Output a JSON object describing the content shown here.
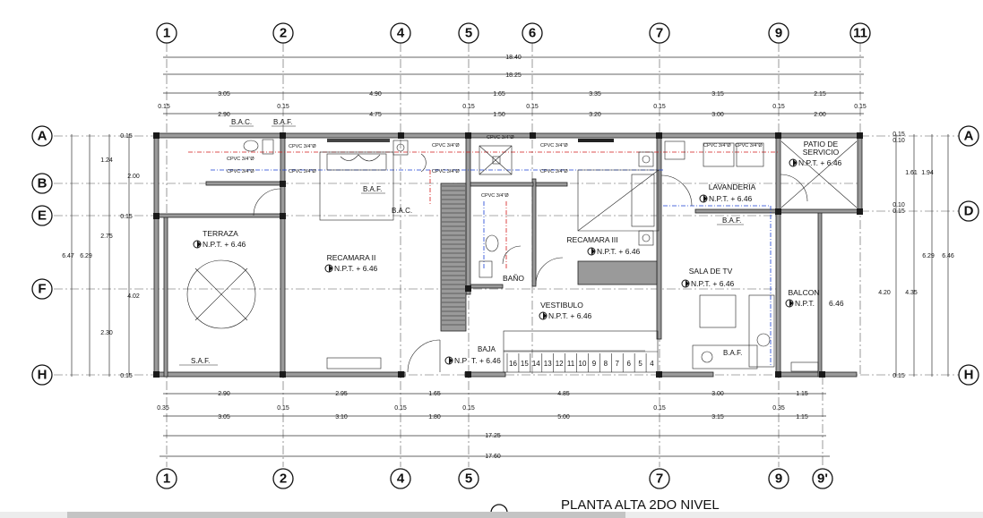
{
  "axes_top": [
    "1",
    "2",
    "4",
    "5",
    "6",
    "7",
    "9",
    "11"
  ],
  "axes_bottom": [
    "1",
    "2",
    "4",
    "5",
    "7",
    "9",
    "9'"
  ],
  "axes_left": [
    "A",
    "B",
    "E",
    "F",
    "H"
  ],
  "axes_right": [
    "A",
    "D",
    "H"
  ],
  "dims_top": {
    "total1": "18.40",
    "total2": "18.25",
    "row3": [
      "3.05",
      "4.90",
      "1.65",
      "3.35",
      "3.15",
      "2.15"
    ],
    "row4_small": [
      "0.15",
      "0.15",
      "0.15",
      "0.15",
      "0.15",
      "0.15",
      "0.15"
    ],
    "row4": [
      "2.90",
      "4.75",
      "1.50",
      "3.20",
      "3.00",
      "2.00"
    ]
  },
  "dims_bottom": {
    "row1": [
      "2.90",
      "2.95",
      "1.65",
      "4.85",
      "3.00",
      "1.15"
    ],
    "row1_small": [
      "0.35",
      "0.15",
      "0.15",
      "0.15",
      "0.15",
      "0.35"
    ],
    "row2": [
      "3.05",
      "3.10",
      "1.80",
      "5.00",
      "3.15",
      "1.15"
    ],
    "total1": "17.25",
    "total2": "17.60"
  },
  "dims_left": {
    "outer": [
      "6.47",
      "6.29"
    ],
    "inner": [
      "1.24",
      "2.00",
      "2.75",
      "4.02",
      "2.30"
    ],
    "small": [
      "0.15",
      "0.15",
      "0.15"
    ]
  },
  "dims_right": {
    "small_top": [
      "0.15",
      "0.10"
    ],
    "small_mid": [
      "0.10",
      "0.15"
    ],
    "small_bot": "0.15",
    "upper": [
      "1.61",
      "1.94"
    ],
    "lower": [
      "4.20",
      "4.35"
    ],
    "outer": [
      "6.29",
      "6.46"
    ]
  },
  "rooms": {
    "terraza": "TERRAZA",
    "recamara2": "RECAMARA II",
    "recamara3": "RECAMARA III",
    "bano": "BAÑO",
    "vestibulo": "VESTIBULO",
    "sala": "SALA DE TV",
    "balcon": "BALCON",
    "lavanderia": "LAVANDERIA",
    "patio1": "PATIO DE",
    "patio2": "SERVICIO"
  },
  "levels": {
    "npt": "N.P.T. + 6.46",
    "npt_short1": "N.P",
    "npt_short2": "T. + 6.46",
    "npt_balcon": "N.P.T.",
    "npt_balcon_val": "6.46"
  },
  "tags": {
    "bac": "B.A.C.",
    "baf": "B.A.F.",
    "saf": "S.A.F.",
    "cpvc": "CPVC 3/4\"Ø",
    "baja": "BAJA"
  },
  "stair_steps": [
    "16",
    "15",
    "14",
    "13",
    "12",
    "11",
    "10",
    "9",
    "8",
    "7",
    "6",
    "5",
    "4"
  ],
  "title": "PLANTA ALTA 2DO NIVEL"
}
